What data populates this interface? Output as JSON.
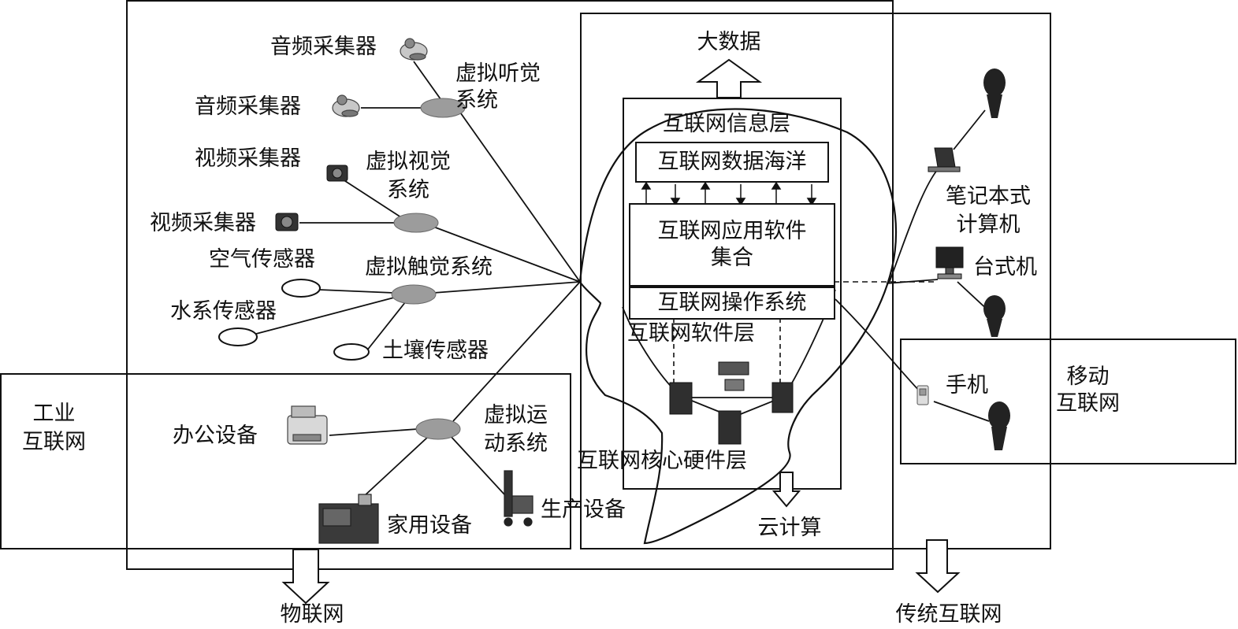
{
  "sensors": {
    "audio_1": "音频采集器",
    "audio_2": "音频采集器",
    "video_1": "视频采集器",
    "video_2": "视频采集器",
    "air": "空气传感器",
    "water": "水系传感器",
    "soil": "土壤传感器"
  },
  "virtual_systems": {
    "hearing": "虚拟听觉\n系统",
    "vision": "虚拟视觉\n系统",
    "touch": "虚拟触觉系统",
    "motion": "虚拟运\n动系统"
  },
  "devices": {
    "office": "办公设备",
    "home": "家用设备",
    "production": "生产设备"
  },
  "brain": {
    "big_data": "大数据",
    "info_layer": "互联网信息层",
    "data_ocean": "互联网数据海洋",
    "app_software": "互联网应用软件\n集合",
    "os": "互联网操作系统",
    "software_layer": "互联网软件层",
    "hardware_layer": "互联网核心硬件层",
    "cloud": "云计算"
  },
  "right": {
    "laptop": "笔记本式\n计算机",
    "desktop": "台式机",
    "phone": "手机",
    "mobile_internet": "移动\n互联网"
  },
  "regions": {
    "industrial_internet": "工业\n互联网",
    "iot": "物联网",
    "traditional_internet": "传统互联网"
  }
}
